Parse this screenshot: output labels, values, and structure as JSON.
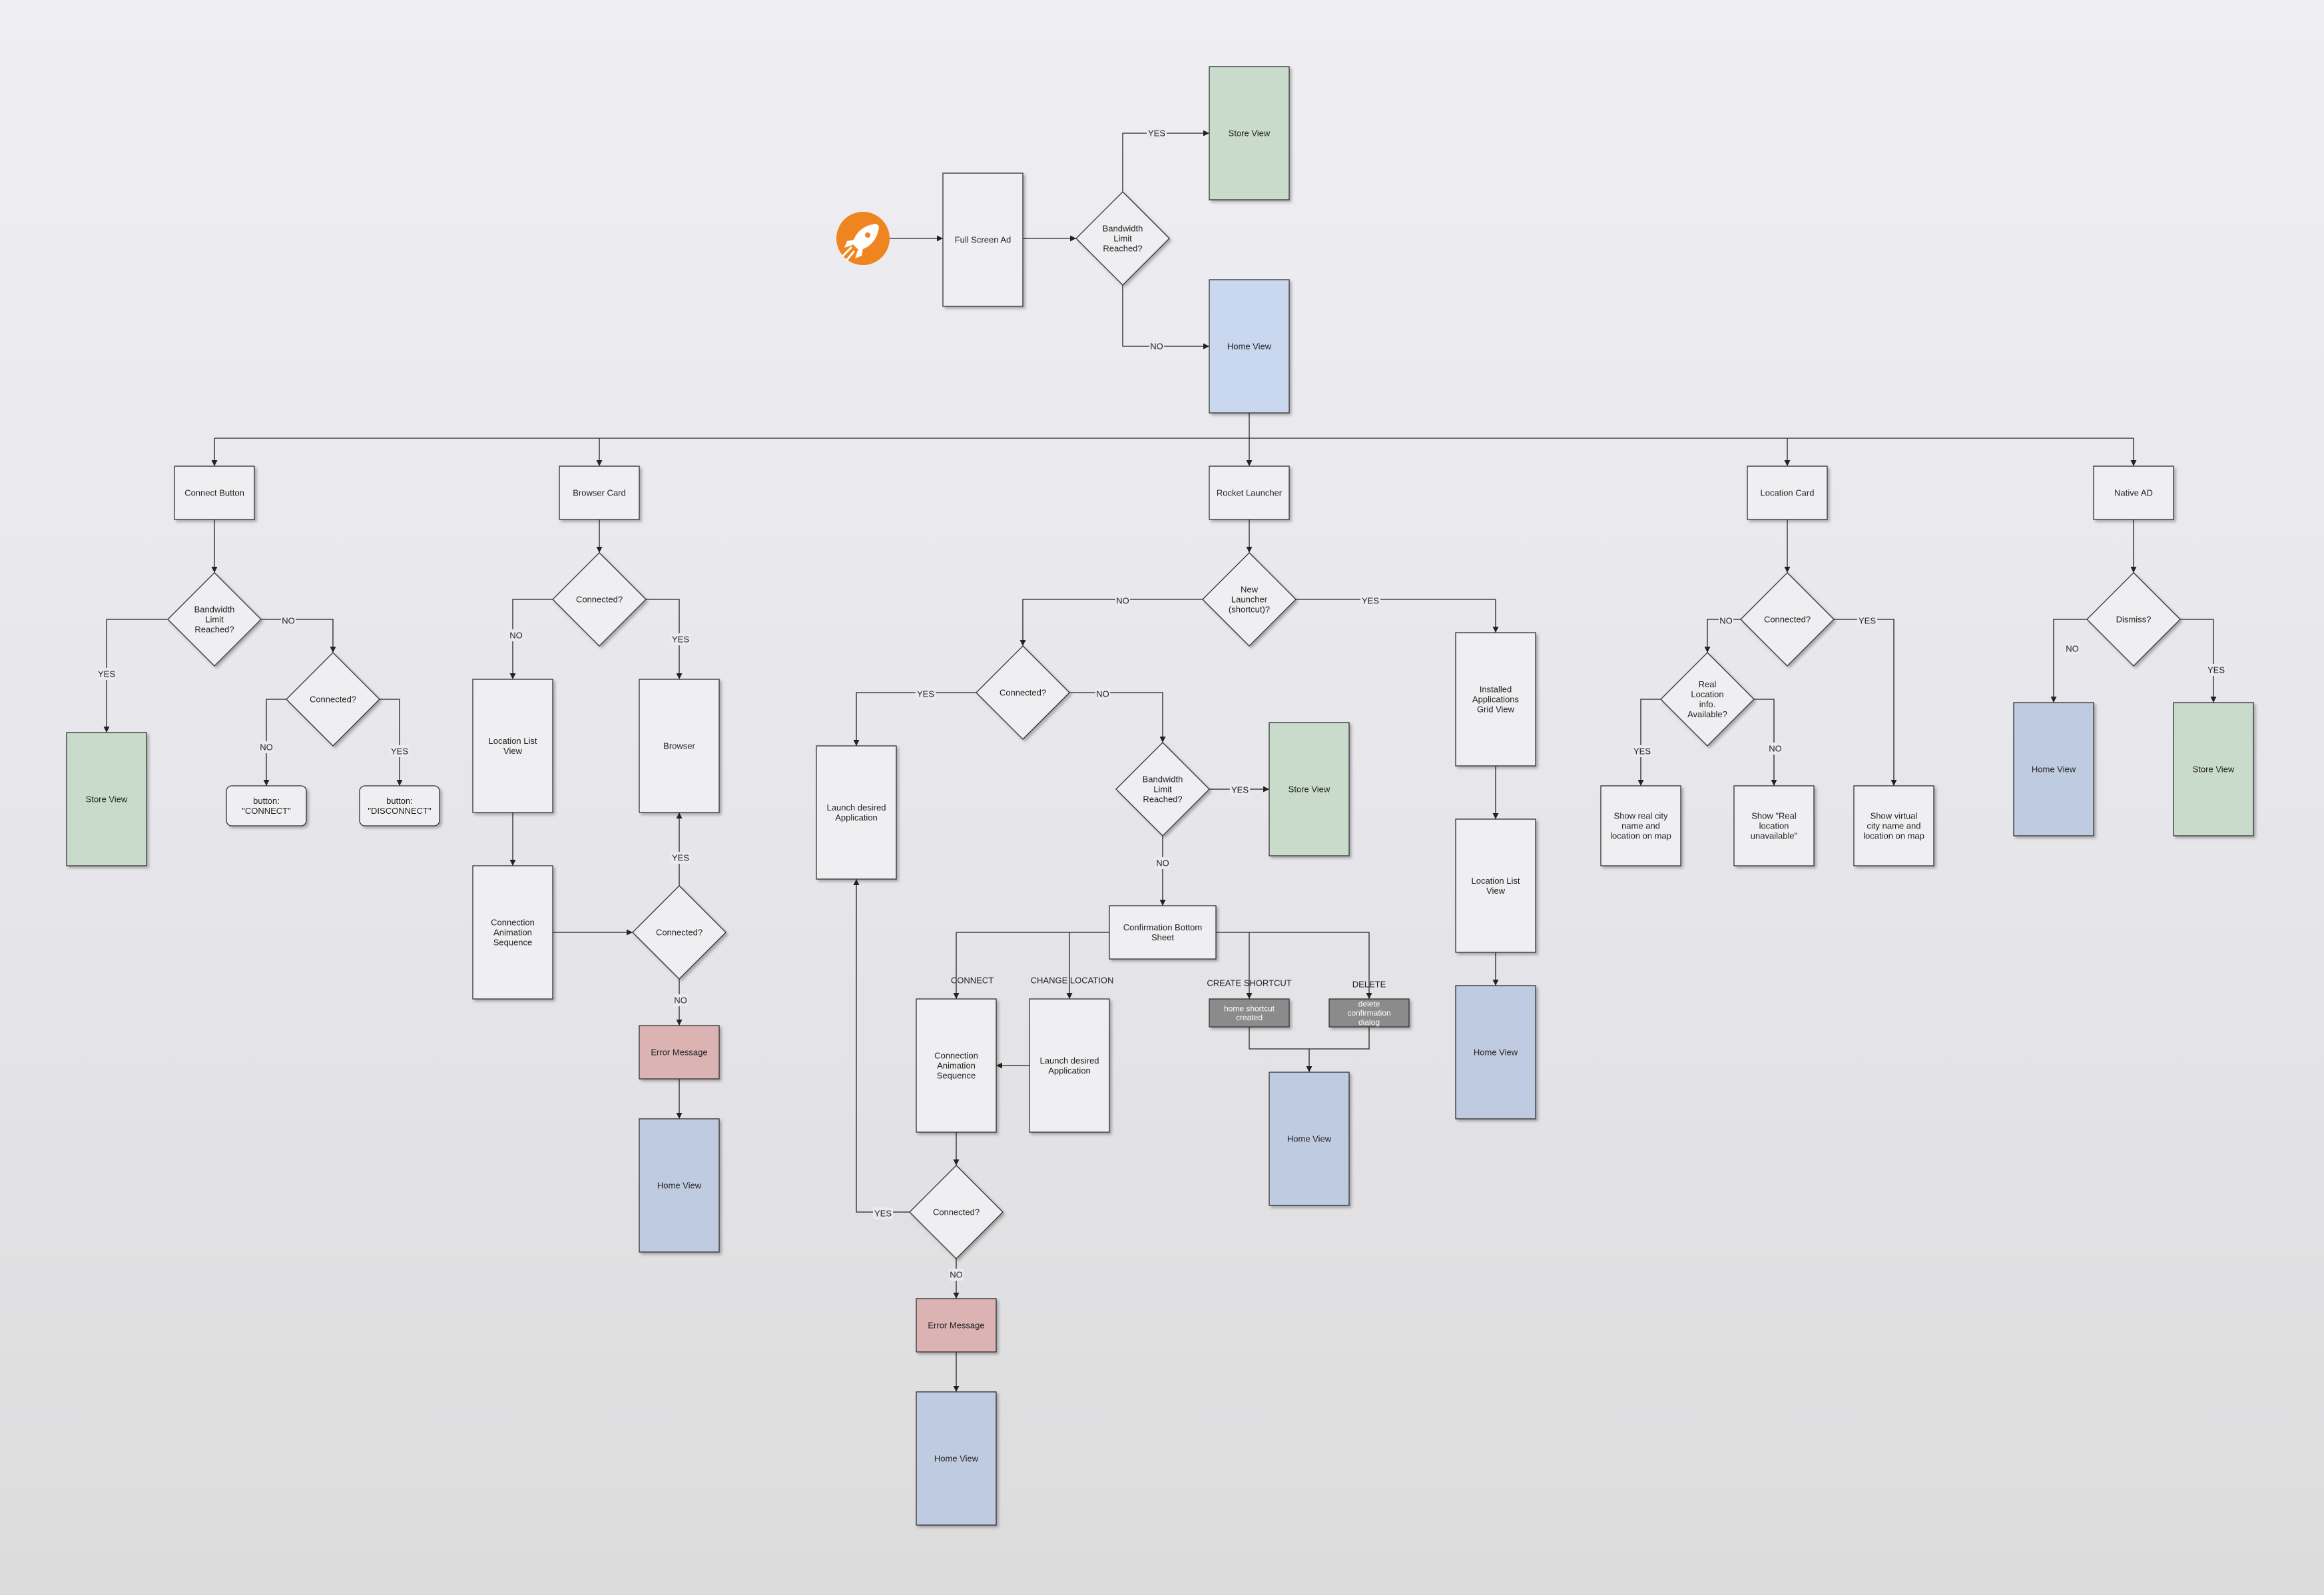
{
  "colors": {
    "green": "#c9dccb",
    "blue_light": "#c9d7ef",
    "blue": "#bfcbe0",
    "red": "#dcb3b3",
    "gray": "#8b8b8b",
    "orange": "#ef8520",
    "box": "#efeff1",
    "line": "#222222"
  },
  "launcher_icon": "rocket-icon",
  "top": {
    "full_screen_ad": "Full Screen Ad",
    "bandwidth_decision": "Bandwidth Limit Reached?",
    "store_view": "Store View",
    "home_view": "Home View",
    "yes": "YES",
    "no": "NO"
  },
  "connect_button": {
    "title": "Connect Button",
    "bandwidth_decision": "Bandwidth Limit Reached?",
    "connected_decision": "Connected?",
    "store_view": "Store View",
    "btn_connect": "button: \"CONNECT\"",
    "btn_disconnect": "button: \"DISCONNECT\"",
    "yes_store": "YES",
    "no_connected": "NO",
    "no_btn": "NO",
    "yes_btn": "YES"
  },
  "browser_card": {
    "title": "Browser Card",
    "connected_decision": "Connected?",
    "location_list": "Location List View",
    "browser": "Browser",
    "animation": "Connection Animation Sequence",
    "connected_decision_2": "Connected?",
    "error": "Error Message",
    "home_view": "Home View",
    "no_label": "NO",
    "yes_label": "YES",
    "yes_up": "YES",
    "no_down": "NO"
  },
  "rocket_launcher": {
    "title": "Rocket Launcher",
    "new_launcher_decision": "New Launcher (shortcut)?",
    "connected_decision": "Connected?",
    "launch_app": "Launch desired Application",
    "bandwidth_decision": "Bandwidth Limit Reached?",
    "store_view": "Store View",
    "confirmation": "Confirmation Bottom Sheet",
    "connect": "CONNECT",
    "change_location": "CHANGE LOCATION",
    "create_shortcut": "CREATE SHORTCUT",
    "delete": "DELETE",
    "shortcut_created": "home shortcut created",
    "delete_dialog": "delete confirmation dialog",
    "animation": "Connection Animation Sequence",
    "launch_app_2": "Launch desired Application",
    "home_view_mid": "Home View",
    "connected_decision_2": "Connected?",
    "error": "Error Message",
    "home_view_bottom": "Home View",
    "installed_grid": "Installed Applications Grid View",
    "location_list": "Location List View",
    "home_view_right": "Home View",
    "no_left": "NO",
    "yes_right": "YES",
    "yes_launch": "YES",
    "no_bandwidth": "NO",
    "yes_store": "YES",
    "no_confirm": "NO",
    "yes_loop": "YES",
    "no_error": "NO"
  },
  "location_card": {
    "title": "Location Card",
    "connected_decision": "Connected?",
    "real_location_decision": "Real Location info. Available?",
    "real_city": "Show real city name and location on map",
    "unavailable": "Show \"Real location unavailable\"",
    "virtual_city": "Show virtual city name and location on map",
    "no_label": "NO",
    "yes_label": "YES",
    "yes_real": "YES",
    "no_real": "NO"
  },
  "native_ad": {
    "title": "Native AD",
    "dismiss_decision": "Dismiss?",
    "home_view": "Home View",
    "store_view": "Store View",
    "no_label": "NO",
    "yes_label": "YES"
  }
}
